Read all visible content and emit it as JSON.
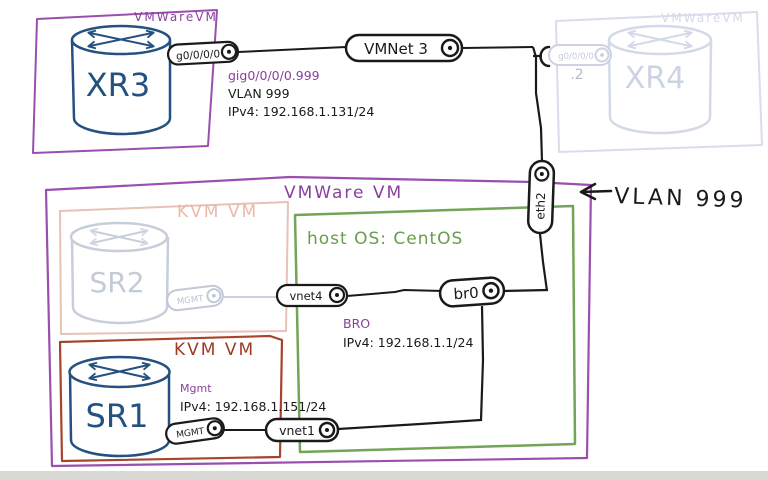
{
  "diagram_title": "Hand-drawn network lab topology",
  "colors": {
    "purple_box": "#9a4fae",
    "purple_text": "#8a3fa0",
    "router_blue": "#24517f",
    "line_black": "#1a1a1a",
    "green_box": "#74a457",
    "green_text": "#699c4c",
    "red_box": "#a8432c",
    "pink_box": "#e7c2b7",
    "faded_gray": "#d3d9e7",
    "faded_text": "#c9d1e0"
  },
  "xr3_vm": {
    "label": "VMWareVM",
    "router": "XR3",
    "port": "g0/0/0/0"
  },
  "xr4_vm": {
    "label": "VMWareVM",
    "router": "XR4",
    "port": "g0/0/0/0",
    "addr": ".2"
  },
  "vmnet": {
    "label": "VMNet 3"
  },
  "xr3_iface": {
    "subif": "gig0/0/0/0.999",
    "vlan": "VLAN 999",
    "ip": "IPv4: 192.168.1.131/24"
  },
  "callout": {
    "label": "VLAN 999"
  },
  "vmware_vm": {
    "label": "VMWare VM"
  },
  "centos": {
    "label": "host OS: CentOS",
    "eth": "eth2",
    "vnet4": "vnet4",
    "br0": "br0",
    "vnet1": "vnet1",
    "bridge": "BRO",
    "bridge_ip": "IPv4: 192.168.1.1/24"
  },
  "sr2_vm": {
    "label": "KVM VM",
    "router": "SR2",
    "port": "MGMT"
  },
  "sr1_vm": {
    "label": "KVM VM",
    "router": "SR1",
    "port": "MGMT",
    "mgmt": "Mgmt",
    "ip": "IPv4: 192.168.1.151/24"
  }
}
